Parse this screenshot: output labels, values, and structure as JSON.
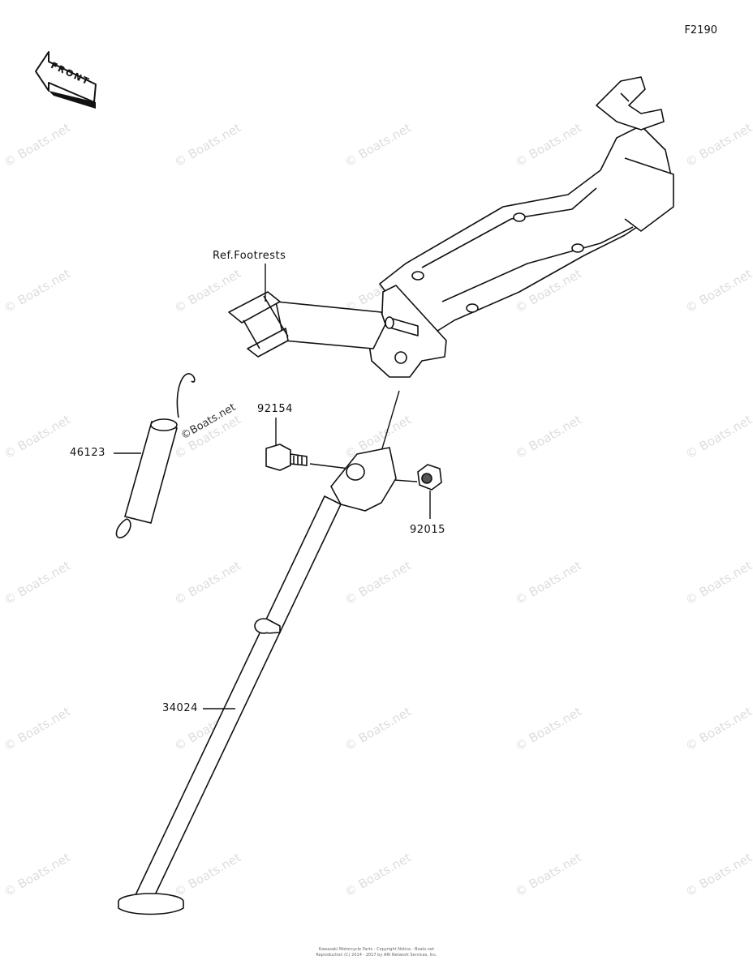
{
  "diagram": {
    "code": "F2190",
    "front_label": "FRONT",
    "ref_label": "Ref.Footrests",
    "parts": {
      "spring": "46123",
      "bolt": "92154",
      "nut": "92015",
      "stand": "34024"
    },
    "inline_watermark": "©Boats.net"
  },
  "watermark": "© Boats.net",
  "footer": {
    "line1": "Kawasaki Motorcycle Parts - Copyright Notice - Boats.net",
    "line2": "Reproduction (C) 2014 - 2017 by ARI Network Services, Inc."
  }
}
